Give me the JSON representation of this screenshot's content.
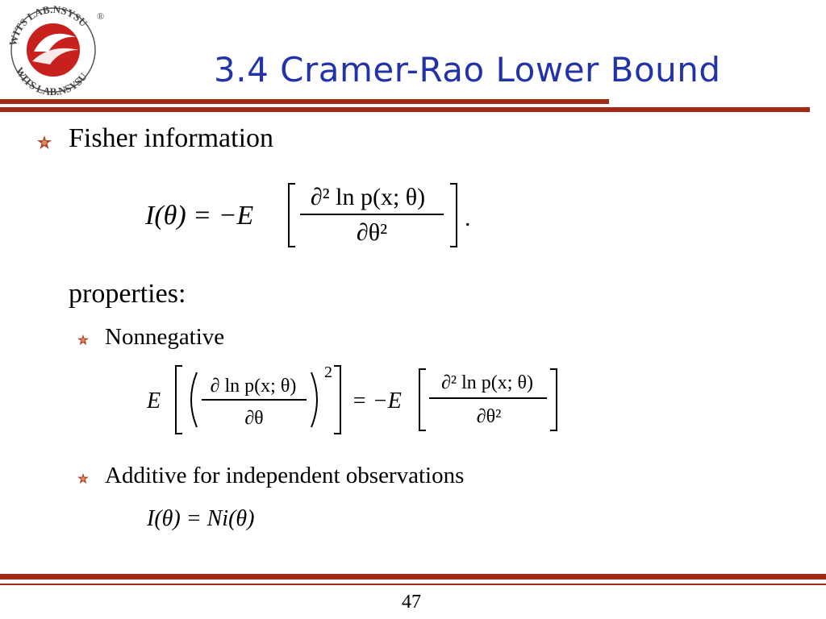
{
  "slide": {
    "title": "3.4 Cramer-Rao Lower Bound",
    "page_number": "47",
    "colors": {
      "title": "#2233aa",
      "rule": "#a02a14",
      "bullet": "#b0452a"
    }
  },
  "logo": {
    "text_outer": "WITS LAB.NSYSU",
    "registered_mark": "®"
  },
  "content": {
    "bullet1": "Fisher information",
    "properties_label": "properties:",
    "sub_bullet1": "Nonnegative",
    "sub_bullet2": "Additive for independent observations"
  },
  "equations": {
    "fisher_info": {
      "lhs": "I(θ) = −E",
      "numerator": "∂² ln p(x; θ)",
      "denominator": "∂θ²",
      "trailing": "."
    },
    "nonnegative": {
      "lhs_E": "E",
      "inner_numerator": "∂ ln p(x; θ)",
      "inner_denominator": "∂θ",
      "exponent": "2",
      "equals": "= −E",
      "rhs_numerator": "∂² ln p(x; θ)",
      "rhs_denominator": "∂θ²"
    },
    "additive": "I(θ) = Ni(θ)"
  }
}
